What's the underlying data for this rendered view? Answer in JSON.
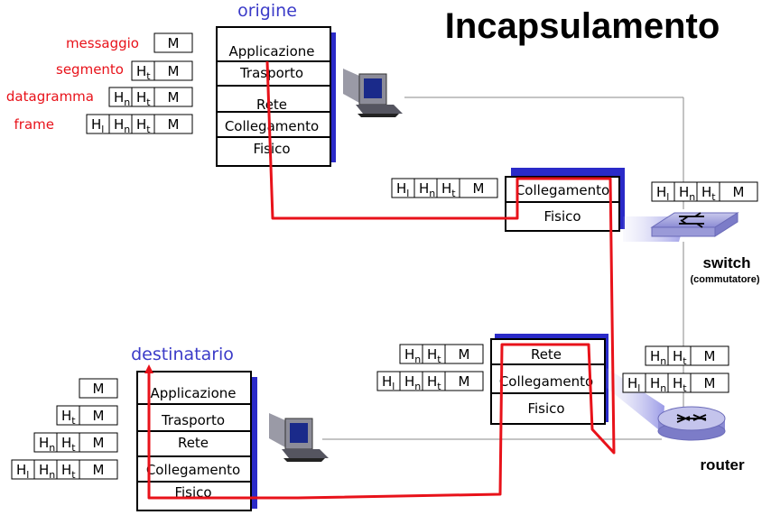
{
  "title": "Incapsulamento",
  "colors": {
    "red": "#e8121a",
    "blue": "#3b3bc8",
    "shadow": "#2a2ac8",
    "line": "#888888"
  },
  "source": {
    "label": "origine",
    "layers": [
      "Applicazione",
      "Trasporto",
      "Rete",
      "Collegamento",
      "Fisico"
    ],
    "pdu_labels": [
      "messaggio",
      "segmento",
      "datagramma",
      "frame"
    ]
  },
  "destination": {
    "label": "destinatario",
    "layers": [
      "Applicazione",
      "Trasporto",
      "Rete",
      "Collegamento",
      "Fisico"
    ]
  },
  "switch": {
    "label": "switch",
    "sublabel": "(commutatore)",
    "layers": [
      "Collegamento",
      "Fisico"
    ]
  },
  "router": {
    "label": "router",
    "layers": [
      "Rete",
      "Collegamento",
      "Fisico"
    ]
  },
  "header": {
    "H": "H",
    "link_sub": "l",
    "net_sub": "n",
    "transport_sub": "t",
    "message": "M"
  }
}
